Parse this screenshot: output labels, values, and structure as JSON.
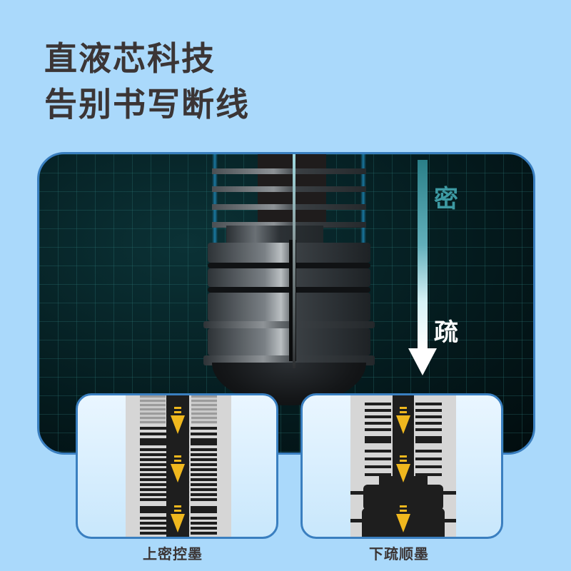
{
  "headline": {
    "line1": "直液芯科技",
    "line2": "告别书写断线"
  },
  "diagram": {
    "gradient_label_top": "密",
    "gradient_label_bottom": "疏",
    "arrow_icon": "down-arrow-icon",
    "colors": {
      "background": "#aad9fb",
      "panel": "#04191c",
      "panel_border": "#3a7fc0",
      "dense_label": "#3d9aa3",
      "ink_arrow": "#f0b81e",
      "headline": "#3b3535"
    }
  },
  "insets": [
    {
      "caption": "上密控墨",
      "arrow_icon": "ink-flow-arrow-icon"
    },
    {
      "caption": "下疏顺墨",
      "arrow_icon": "ink-flow-arrow-icon"
    }
  ]
}
